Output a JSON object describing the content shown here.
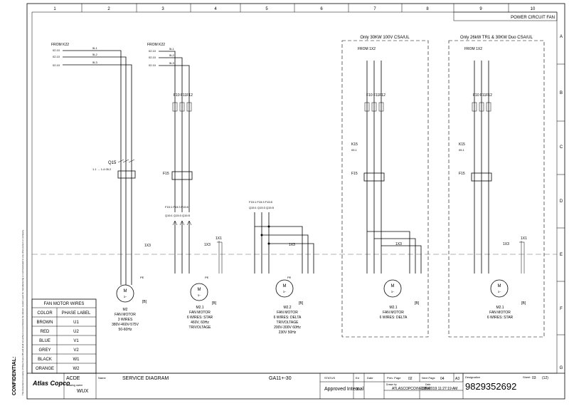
{
  "grid": {
    "columns": [
      "1",
      "2",
      "3",
      "4",
      "5",
      "6",
      "7",
      "8",
      "9",
      "10"
    ],
    "rows": [
      "A",
      "B",
      "C",
      "D",
      "E",
      "F",
      "G"
    ]
  },
  "header": {
    "title": "POWER CIRCUIT FAN"
  },
  "boxes": {
    "csa1": "Only 30KW 100V CSA/UL",
    "csa2": "Only 26kW  TR1 & 30KW Duo CSA/UL"
  },
  "sources": {
    "k22a": "FROM K22",
    "k22b": "FROM K22",
    "x2a": "FROM 1X2",
    "x2b": "FROM 1X2",
    "wire_ref": "02.10",
    "sl": [
      "5L1",
      "5L2",
      "5L3"
    ]
  },
  "devices": {
    "q15": "Q15",
    "q15_ref": "1.1 → 1.4  05.2",
    "f10": "F10 F11F12",
    "f10b": "F10 F11F12",
    "f10c": "F10 F11F12",
    "f15": "F15",
    "f15b": "F15",
    "f15c": "F15",
    "k15": "K15",
    "k15b": "K15",
    "k15_ref": "05.1",
    "x3": "1X3",
    "x1": "1X1",
    "pe": "PE",
    "bracket": "[B]",
    "motor": "M",
    "motor_sub": "3~"
  },
  "terminals": {
    "f15_tops": "F15:1 F15:3 F15:5",
    "q15_tops": "Q15:1 Q15:3 Q15:5",
    "f15_tops2": "F15:1  F15:3  F15:5",
    "q15_tops2": "Q15:1  Q15:3  Q15:5"
  },
  "motors": [
    {
      "id": "M2",
      "l1": "FAN MOTOR",
      "l2": "3 WIRES",
      "l3": "380V-460V-575V",
      "l4": "50-60Hz"
    },
    {
      "id": "M2.1",
      "l1": "FAN MOTOR",
      "l2": "6 WIRES: STAR",
      "l3": "460V, 60Hz",
      "l4": "TRIVOLTAGE"
    },
    {
      "id": "M2.2",
      "l1": "FAN MOTOR",
      "l2": "6 WIRES: DELTA",
      "l3": "TRIVOLTAGE",
      "l4": "200V-300V 60Hz",
      "l5": "230V 50Hz"
    },
    {
      "id": "M2.1",
      "l1": "FAN MOTOR",
      "l2": "6 WIRES: DELTA"
    },
    {
      "id": "M2.1",
      "l1": "FAN MOTOR",
      "l2": "6 WIRES: STAR"
    }
  ],
  "wire_table": {
    "title": "FAN MOTOR WIRES",
    "headers": [
      "COLOR",
      "PHASE LABEL"
    ],
    "rows": [
      [
        "BROWN",
        "U1"
      ],
      [
        "RED",
        "U2"
      ],
      [
        "BLUE",
        "V1"
      ],
      [
        "GREY",
        "V2"
      ],
      [
        "BLACK",
        "W1"
      ],
      [
        "ORANGE",
        "W2"
      ]
    ]
  },
  "side": {
    "confidential": "CONFIDENTIAL:",
    "notice": "This document is property of Atlas Copco AB and shall not without our permission be altered, copied, used for manufacturing or communicated to any other person or company."
  },
  "title_block": {
    "brand": "Atlas Copco",
    "acde": "ACDE",
    "drawing_owner_label": "Drawing owner",
    "wux": "WUX",
    "name_label": "Name",
    "name": "SERVICE DIAGRAM",
    "model": "GA11+-30",
    "status_label": "STATUS",
    "status": "Approved Internal",
    "ed_label": "Ed",
    "ed": "00",
    "date_label": "Date",
    "prev_page_label": "Prev. Page",
    "prev_page": "02",
    "next_page_label": "Next Page",
    "next_page": "04",
    "size": "A3",
    "designation_label": "Designation",
    "designation": "9829352692",
    "sheet_label": "Sheet",
    "sheet": "03",
    "sheet_total": "(12)",
    "drawn_by_label": "Drawn by",
    "drawn_by": "ATLASCOPCO\\NEDIRA",
    "date_label2": "Date",
    "date": "1/29/2019 11:27:19 AM"
  }
}
